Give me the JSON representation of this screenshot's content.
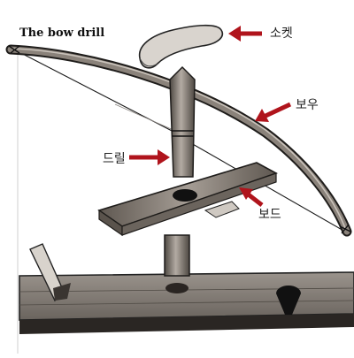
{
  "title": "The bow drill",
  "labels": {
    "socket": "소켓",
    "bow": "보우",
    "drill": "드릴",
    "board": "보드"
  },
  "colors": {
    "arrow": "#b0141c",
    "ink": "#1a1a1a",
    "wood": "#7d746b",
    "wood_light": "#b8b0a8",
    "background": "#ffffff"
  }
}
